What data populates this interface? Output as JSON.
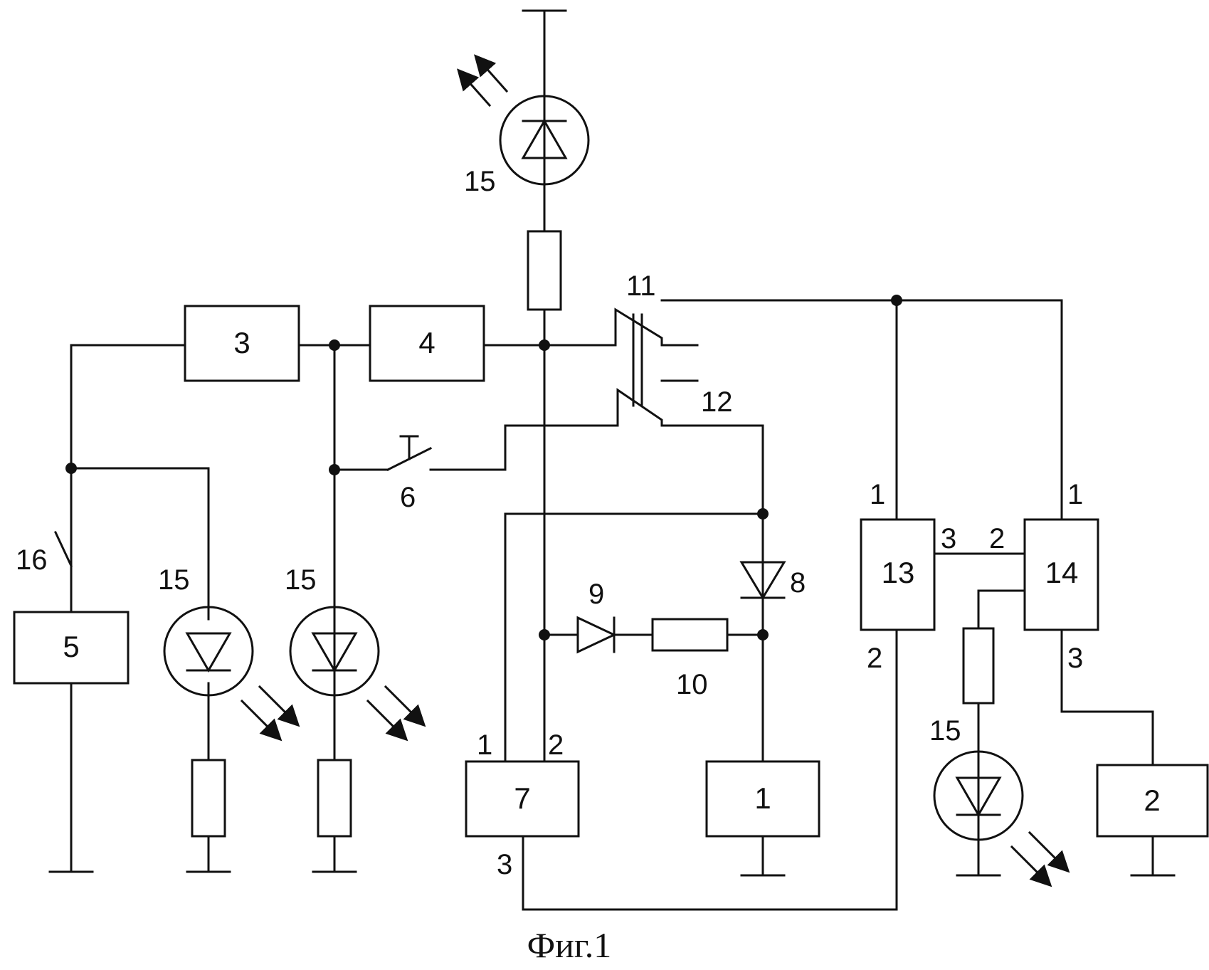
{
  "blocks": {
    "b1": "1",
    "b2": "2",
    "b3": "3",
    "b4": "4",
    "b5": "5",
    "b7": "7",
    "b13": "13",
    "b14": "14"
  },
  "labels": {
    "led_top": "15",
    "led_a": "15",
    "led_b": "15",
    "led_r": "15",
    "switch_16": "16",
    "button_6": "6",
    "diode_8": "8",
    "diode_9": "9",
    "resistor_10": "10",
    "contact_11": "11",
    "contact_12": "12"
  },
  "pins": {
    "b7_p1": "1",
    "b7_p2": "2",
    "b7_p3": "3",
    "b13_p1": "1",
    "b13_p2": "2",
    "b13_p3": "3",
    "b14_p1": "1",
    "b14_p2": "2",
    "b14_p3": "3"
  },
  "caption": "Фиг.1",
  "colors": {
    "ink": "#111111",
    "paper": "#ffffff"
  }
}
